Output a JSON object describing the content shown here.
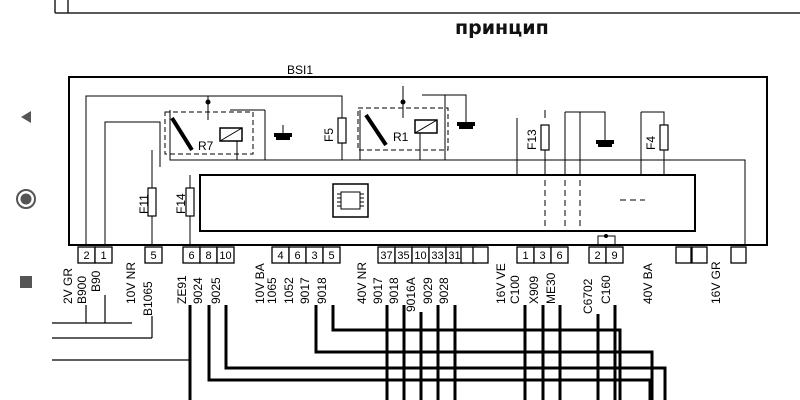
{
  "page": {
    "title": "принцип"
  },
  "nav": {
    "back": "back-icon",
    "home": "home-icon",
    "recents": "recents-icon"
  },
  "diagram": {
    "unit_label": "BSI1",
    "relays": [
      {
        "id": "R7"
      },
      {
        "id": "R1"
      }
    ],
    "fuses": [
      "F11",
      "F14",
      "F5",
      "F13",
      "F4"
    ],
    "pin_groups": [
      {
        "pins": [
          "2",
          "1"
        ]
      },
      {
        "pins": [
          "5"
        ]
      },
      {
        "pins": [
          "6",
          "8",
          "10"
        ]
      },
      {
        "pins": [
          "4",
          "6",
          "3",
          "5"
        ]
      },
      {
        "pins": [
          "37",
          "35",
          "10",
          "33",
          "31"
        ]
      },
      {
        "pins": [
          "1",
          "3",
          "6"
        ]
      },
      {
        "pins": [
          "2",
          "9"
        ]
      }
    ],
    "connectors": [
      "2V GR",
      "10V NR",
      "10V BA",
      "40V NR",
      "16V VE",
      "40V BA",
      "16V GR"
    ],
    "wires": [
      "B900",
      "B90",
      "B1065",
      "ZE91",
      "9024",
      "9025",
      "1065",
      "1052",
      "9017",
      "9018",
      "9017",
      "9018",
      "9016A",
      "9029",
      "9028",
      "C100",
      "X909",
      "ME30",
      "C6702",
      "C160"
    ]
  }
}
